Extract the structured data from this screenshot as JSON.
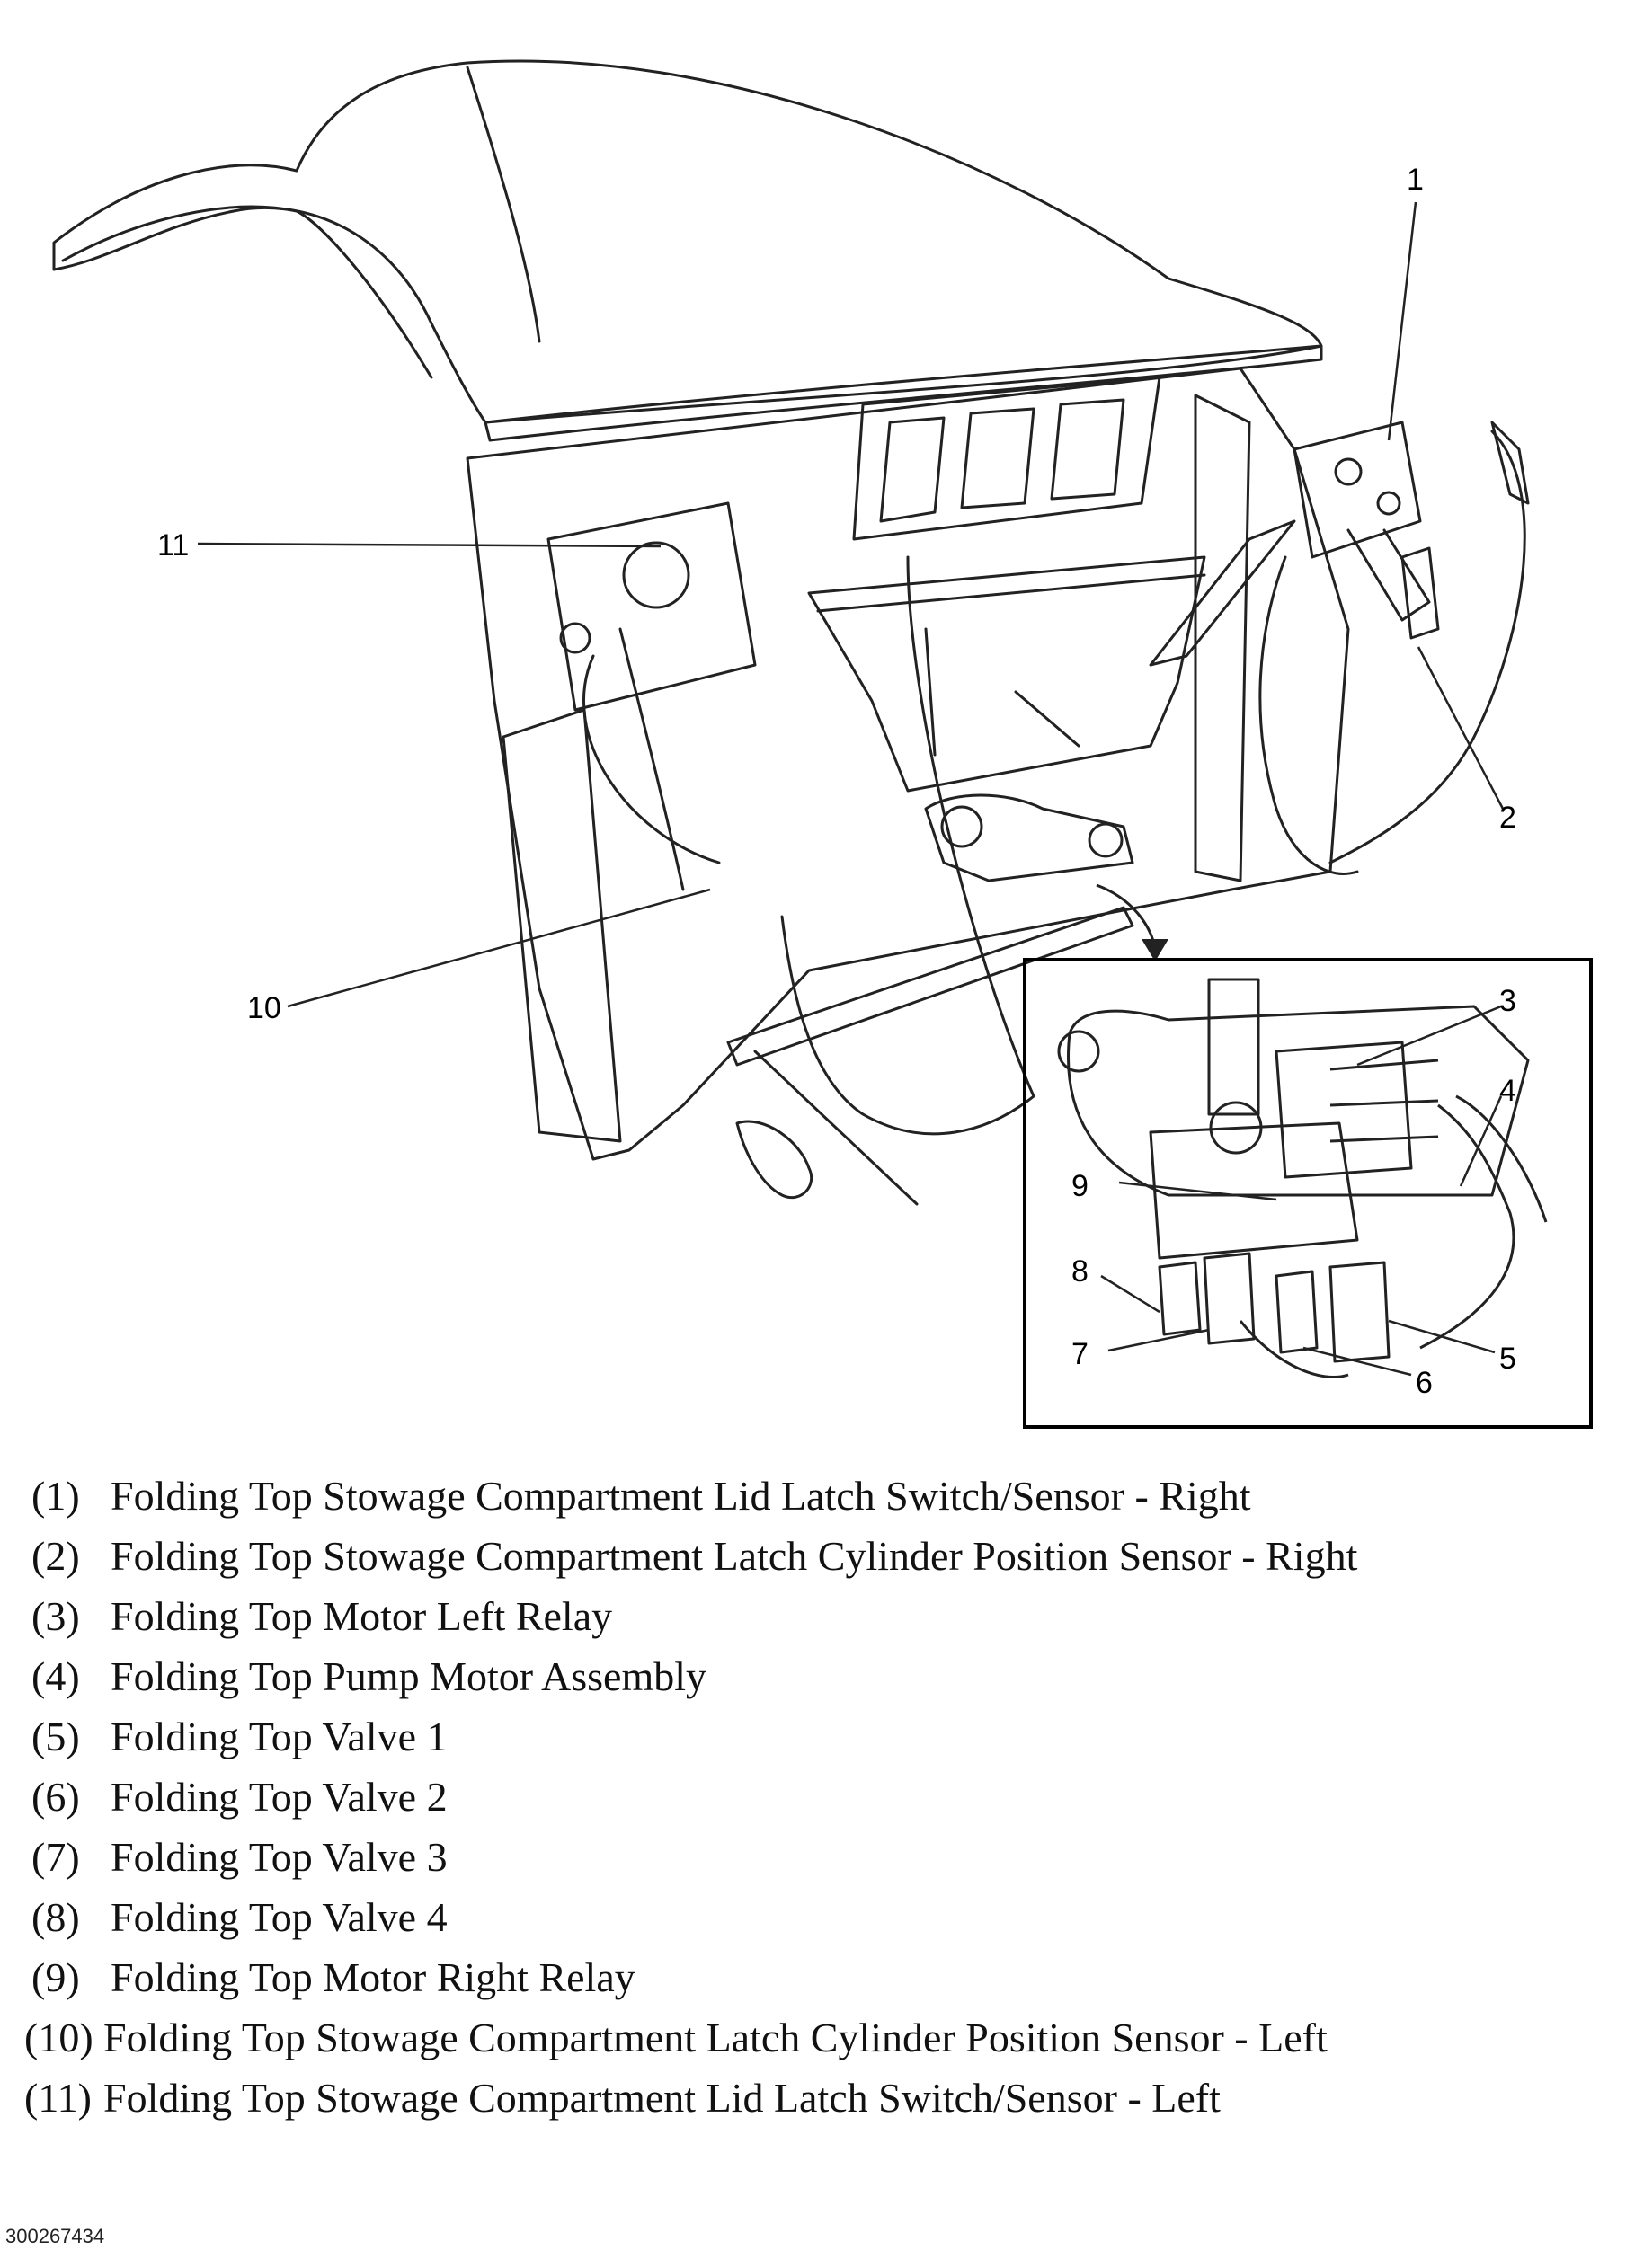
{
  "callouts": {
    "c1": "1",
    "c2": "2",
    "c3": "3",
    "c4": "4",
    "c5": "5",
    "c6": "6",
    "c7": "7",
    "c8": "8",
    "c9": "9",
    "c10": "10",
    "c11": "11"
  },
  "legend": [
    {
      "num": "(1)",
      "text": "Folding Top Stowage Compartment Lid Latch Switch/Sensor - Right"
    },
    {
      "num": "(2)",
      "text": "Folding Top Stowage Compartment Latch Cylinder Position Sensor - Right"
    },
    {
      "num": "(3)",
      "text": "Folding Top Motor Left Relay"
    },
    {
      "num": "(4)",
      "text": "Folding Top Pump Motor Assembly"
    },
    {
      "num": "(5)",
      "text": "Folding Top Valve 1"
    },
    {
      "num": "(6)",
      "text": "Folding Top Valve 2"
    },
    {
      "num": "(7)",
      "text": "Folding Top Valve 3"
    },
    {
      "num": "(8)",
      "text": "Folding Top Valve 4"
    },
    {
      "num": "(9)",
      "text": "Folding Top Motor Right Relay"
    },
    {
      "num": "(10)",
      "text": "Folding Top Stowage Compartment Latch Cylinder Position Sensor - Left"
    },
    {
      "num": "(11)",
      "text": "Folding Top Stowage Compartment Lid Latch Switch/Sensor - Left"
    }
  ],
  "figure_id": "300267434"
}
